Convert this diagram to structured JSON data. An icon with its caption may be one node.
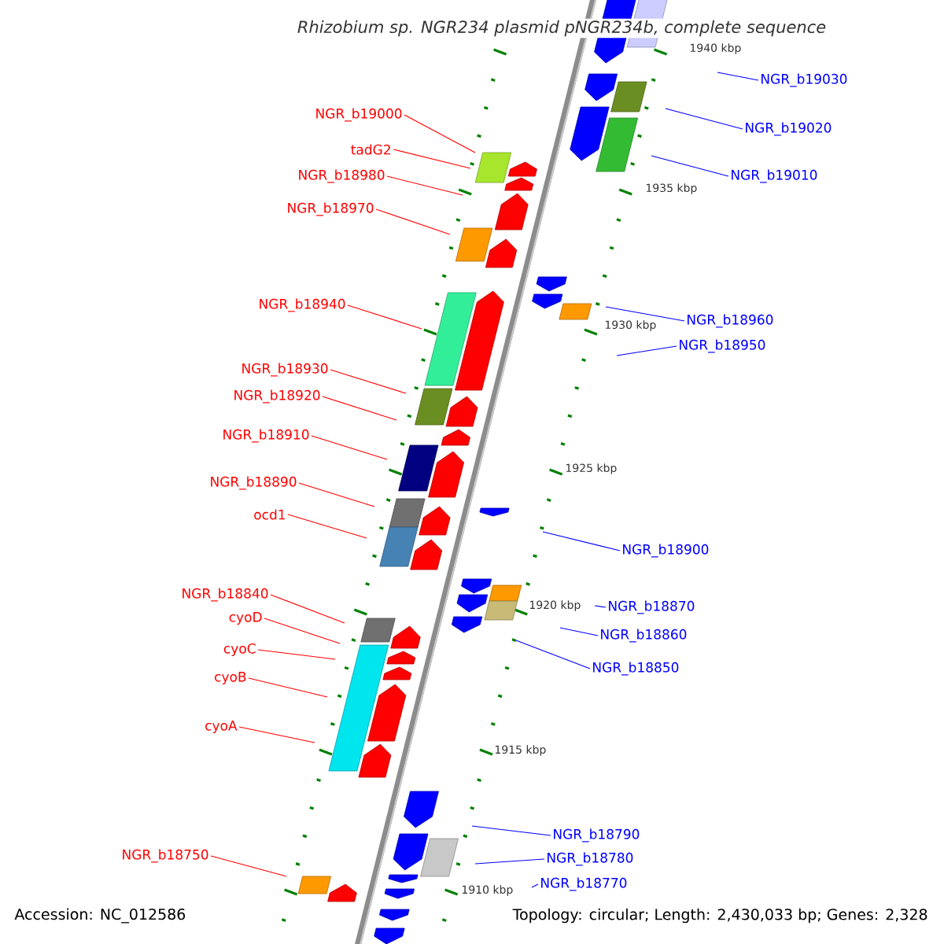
{
  "diagram": {
    "title": "Rhizobium sp. NGR234 plasmid pNGR234b, complete sequence",
    "nodes": [
      {
        "text": [
          "NGR_b19030"
        ]
      },
      {
        "text": [
          "NGR_b19000"
        ]
      },
      {
        "text": [
          "NGR_b19020"
        ]
      },
      {
        "text": [
          "tadG2"
        ]
      },
      {
        "text": [
          "NGR_b18980"
        ]
      },
      {
        "text": [
          "NGR_b19010"
        ]
      },
      {
        "text": [
          "NGR_b18970"
        ]
      },
      {
        "text": [
          "NGR_b18940"
        ]
      },
      {
        "text": [
          "NGR_b18960"
        ]
      },
      {
        "text": [
          "NGR_b18950"
        ]
      },
      {
        "text": [
          "NGR_b18930"
        ]
      },
      {
        "text": [
          "NGR_b18920"
        ]
      },
      {
        "text": [
          "NGR_b18910"
        ]
      },
      {
        "text": [
          "NGR_b18890"
        ]
      },
      {
        "text": [
          "ocd1"
        ]
      },
      {
        "text": [
          "NGR_b18900"
        ]
      },
      {
        "text": [
          "NGR_b18840"
        ]
      },
      {
        "text": [
          "NGR_b18870"
        ]
      },
      {
        "text": [
          "cyoD"
        ]
      },
      {
        "text": [
          "NGR_b18860"
        ]
      },
      {
        "text": [
          "cyoC"
        ]
      },
      {
        "text": [
          "NGR_b18850"
        ]
      },
      {
        "text": [
          "cyoB"
        ]
      },
      {
        "text": [
          "cyoA"
        ]
      },
      {
        "text": [
          "NGR_b18790"
        ]
      },
      {
        "text": [
          "NGR_b18750"
        ]
      },
      {
        "text": [
          "NGR_b18780"
        ]
      },
      {
        "text": [
          "NGR_b18770"
        ]
      }
    ],
    "edges": [
      {
        "from": 0,
        "to": null,
        "arrow": "none",
        "color": "#0000ff"
      },
      {
        "from": 1,
        "to": null,
        "arrow": "none"
      },
      {
        "from": 2,
        "to": null,
        "arrow": "none",
        "color": "#0000ff"
      },
      {
        "from": 3,
        "to": null,
        "arrow": "none"
      },
      {
        "from": 4,
        "to": null,
        "arrow": "none"
      },
      {
        "from": 5,
        "to": null,
        "arrow": "none",
        "color": "#0000ff"
      },
      {
        "from": 6,
        "to": null,
        "arrow": "none"
      },
      {
        "from": 7,
        "to": null,
        "arrow": "none"
      },
      {
        "from": 8,
        "to": null,
        "arrow": "none",
        "color": "#0000ff"
      },
      {
        "from": 9,
        "to": null,
        "arrow": "none",
        "color": "#0000ff"
      },
      {
        "from": 10,
        "to": null,
        "arrow": "none"
      },
      {
        "from": 11,
        "to": null,
        "arrow": "none"
      },
      {
        "from": 12,
        "to": null,
        "arrow": "none"
      },
      {
        "from": 13,
        "to": null,
        "arrow": "none"
      },
      {
        "from": 14,
        "to": null,
        "arrow": "none"
      },
      {
        "from": 15,
        "to": null,
        "arrow": "none",
        "color": "#0000ff"
      },
      {
        "from": 16,
        "to": null,
        "arrow": "none"
      },
      {
        "from": 17,
        "to": null,
        "arrow": "none",
        "color": "#0000ff"
      },
      {
        "from": 18,
        "to": null,
        "arrow": "none"
      },
      {
        "from": 19,
        "to": null,
        "arrow": "none",
        "color": "#0000ff"
      },
      {
        "from": 20,
        "to": null,
        "arrow": "none"
      },
      {
        "from": 21,
        "to": null,
        "arrow": "none",
        "color": "#0000ff"
      },
      {
        "from": 22,
        "to": null,
        "arrow": "none"
      },
      {
        "from": 23,
        "to": null,
        "arrow": "none"
      },
      {
        "from": 24,
        "to": null,
        "arrow": "none",
        "color": "#0000ff"
      },
      {
        "from": 25,
        "to": null,
        "arrow": "none"
      },
      {
        "from": 26,
        "to": null,
        "arrow": "none",
        "color": "#0000ff"
      },
      {
        "from": 27,
        "to": null,
        "arrow": "none",
        "color": "#0000ff"
      }
    ],
    "labels": [
      "1940 kbp",
      "1935 kbp",
      "1930 kbp",
      "1925 kbp",
      "1920 kbp",
      "1915 kbp",
      "1910 kbp",
      "Accession: NC_012586",
      "Topology: circular; Length: 2,430,033 bp; Genes: 2,328"
    ]
  }
}
